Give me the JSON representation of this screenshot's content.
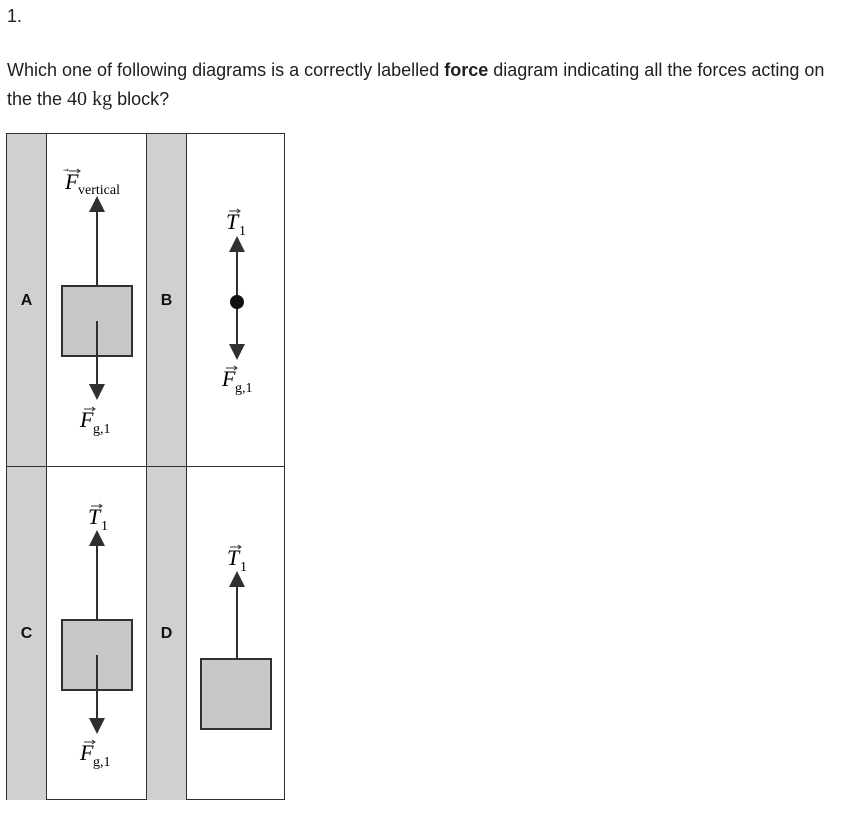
{
  "question": {
    "number": "1.",
    "text_before": "Which one of following diagrams is a correctly labelled ",
    "text_bold": "force",
    "text_after_bold": " diagram indicating all the forces acting on the the ",
    "mass_value": "40",
    "mass_unit": "kg",
    "text_end": " block?"
  },
  "options": {
    "A": {
      "label": "A",
      "top_force": "F",
      "top_sub": "vertical",
      "bottom_force": "F",
      "bottom_sub": "g,1"
    },
    "B": {
      "label": "B",
      "top_force": "T",
      "top_sub": "1",
      "bottom_force": "F",
      "bottom_sub": "g,1"
    },
    "C": {
      "label": "C",
      "top_force": "T",
      "top_sub": "1",
      "bottom_force": "F",
      "bottom_sub": "g,1"
    },
    "D": {
      "label": "D",
      "top_force": "T",
      "top_sub": "1"
    }
  },
  "colors": {
    "block_fill": "#c8c8c8",
    "label_bg": "#d0d0d0",
    "stroke": "#303030"
  }
}
